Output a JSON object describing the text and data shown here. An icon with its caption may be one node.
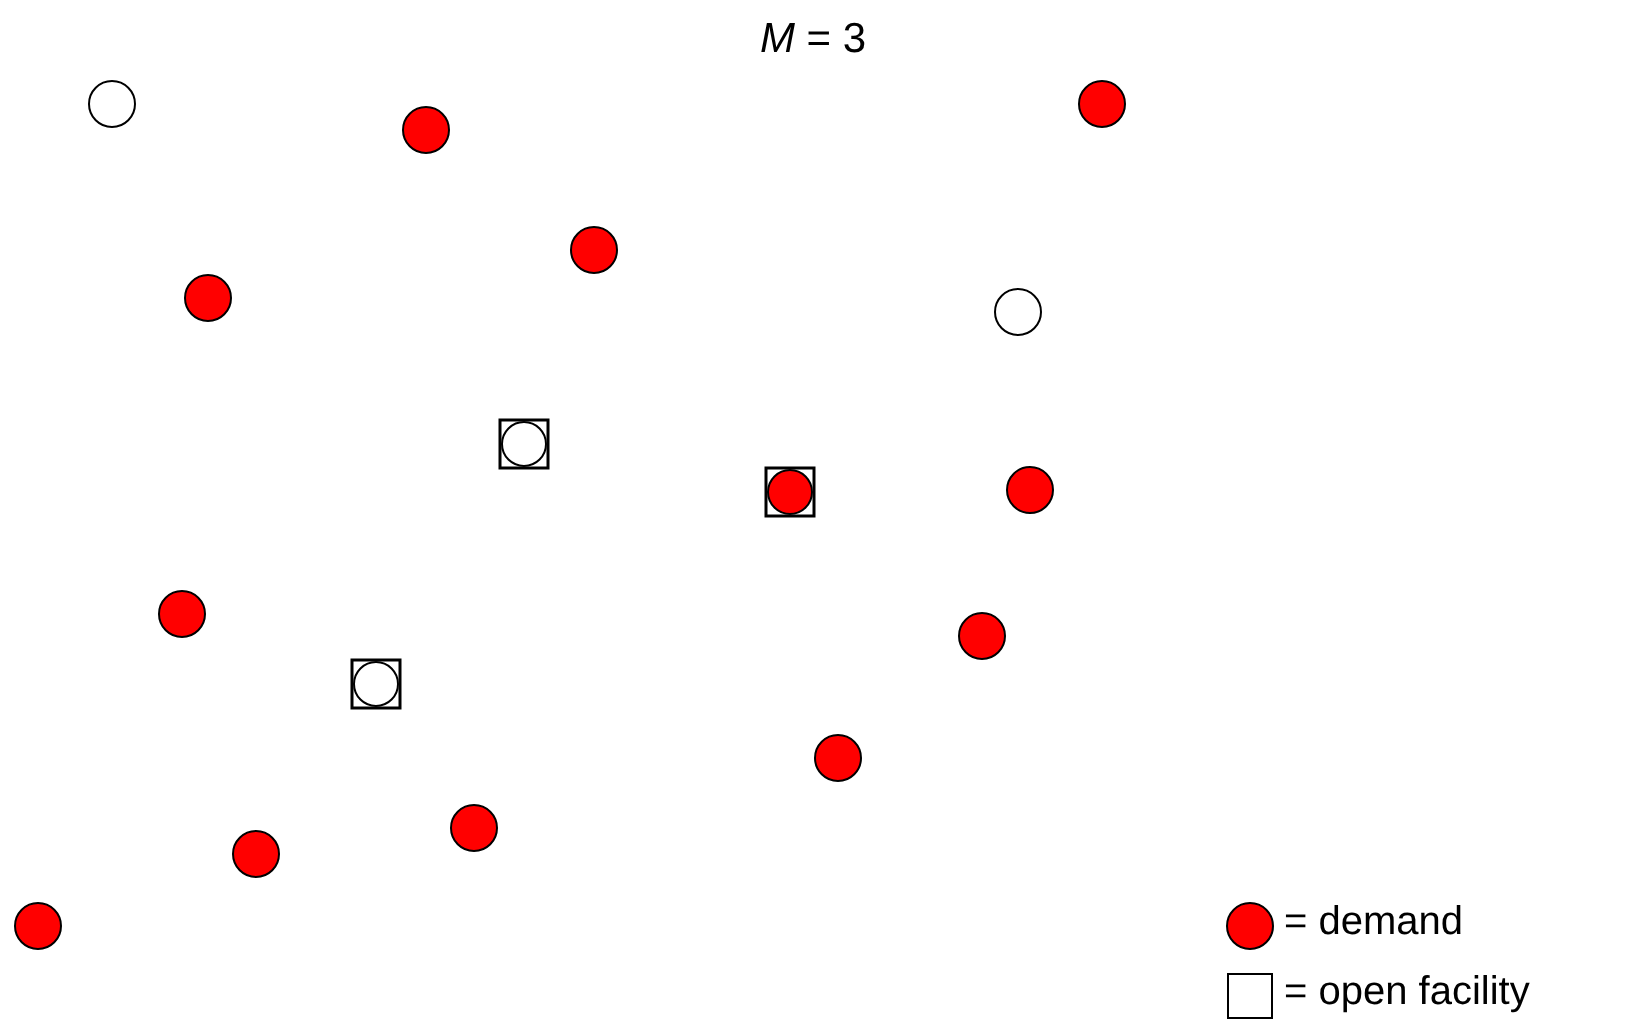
{
  "diagram": {
    "title": "*M* = 3",
    "legend": [
      {
        "text": "= demand",
        "color": "#ff0000"
      },
      {
        "text": "= open facility"
      }
    ]
  }
}
